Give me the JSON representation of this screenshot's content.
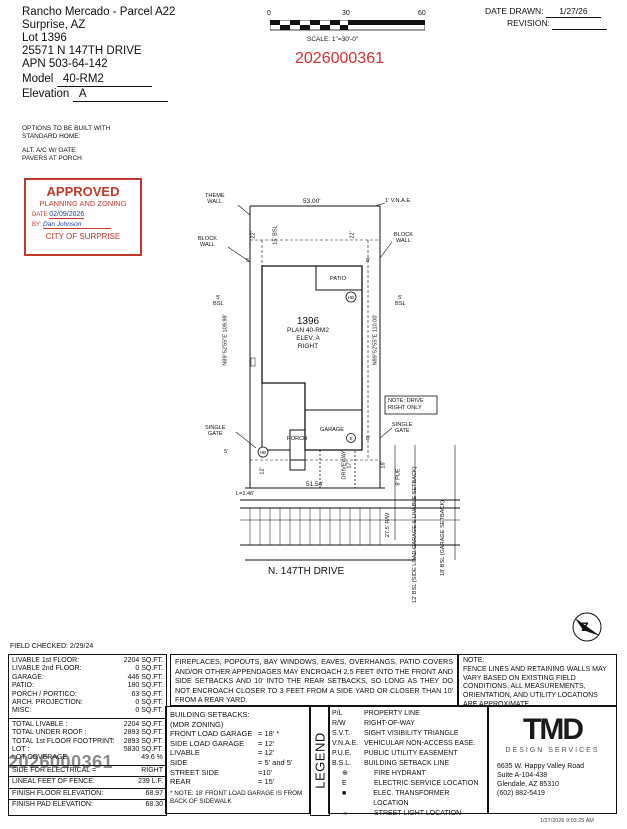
{
  "header": {
    "community": "Rancho Mercado - Parcel A22",
    "city": "Surprise, AZ",
    "lot": "Lot  1396",
    "address": "25571 N 147TH DRIVE",
    "apn_label": "APN",
    "apn": "503-64-142",
    "model_label": "Model",
    "model": "40-RM2",
    "elevation_label": "Elevation",
    "elevation": "A",
    "notes": [
      "OPTIONS TO BE BUILT WITH",
      "STANDARD HOME:",
      "",
      "ALT. A/C W/ GATE",
      "PAVERS AT PORCH"
    ]
  },
  "scale": {
    "ticks": [
      "0",
      "30",
      "60"
    ],
    "label": "SCALE:  1\"=30'-0\""
  },
  "permit_number": "2026000361",
  "date_block": {
    "date_label": "DATE DRAWN:",
    "date": "1/27/26",
    "revision_label": "REVISION:"
  },
  "stamp": {
    "title": "APPROVED",
    "subtitle": "PLANNING AND ZONING",
    "date_label": "DATE",
    "date": "02/09/2026",
    "by_label": "BY:",
    "signature": "Dan Johnson",
    "city": "CITY OF SURPRISE",
    "color": "#c0392b"
  },
  "site_plan": {
    "lot_number": "1396",
    "plan": "PLAN 40-RM2",
    "elev": "ELEV. A",
    "orientation": "RIGHT",
    "top_width": "53.00'",
    "bottom_width": "51.54'",
    "left_depth": "N89°52'55\"E 109.98'",
    "right_depth": "N89°52'55\"E 110.00'",
    "labels": {
      "theme_wall": [
        "THEME",
        "WALL"
      ],
      "vnae": "1' V.N.A.E.",
      "block_wall_left": [
        "BLOCK",
        "WALL"
      ],
      "block_wall_right": [
        "BLOCK",
        "WALL"
      ],
      "single_gate_left": [
        "SINGLE",
        "GATE"
      ],
      "single_gate_right": [
        "SINGLE",
        "GATE"
      ],
      "patio": "PATIO",
      "garage": "GARAGE",
      "porch": "PORCH",
      "driveway": "DRIVEWAY",
      "note_drive": [
        "NOTE: DRIVE",
        "RIGHT ONLY"
      ],
      "street": "N. 147TH DRIVE",
      "bsl_5_left": [
        "5'",
        "BSL"
      ],
      "bsl_5_right": [
        "5'",
        "BSL"
      ],
      "rear_15": "15'",
      "rear_bsl": "BSL",
      "dim_22_left": "22'",
      "dim_22_right": "22'",
      "dim_5_side": "5'",
      "dim_8": "8'",
      "dim_8_front": "8'",
      "dim_5_front": "5'",
      "dim_12": "12'",
      "dim_17": "17'",
      "dim_18": "18'",
      "pue": "8' PUE",
      "l146": "L=1.46'",
      "rw": "27.5' R/W",
      "side_load": "12' BSL (SIDE LOAD GARAGE & LIVABLE SETBACK)",
      "garage_setback": "18' BSL (GARAGE SETBACK)"
    }
  },
  "field_checked": "FIELD CHECKED:  2/29/24",
  "areas": [
    {
      "label": "LIVABLE 1st FLOOR:",
      "value": "2204 SQ.FT."
    },
    {
      "label": "LIVABLE 2nd FLOOR:",
      "value": "0 SQ.FT."
    },
    {
      "label": "GARAGE:",
      "value": "446 SQ.FT."
    },
    {
      "label": "PATIO:",
      "value": "180 SQ.FT."
    },
    {
      "label": "PORCH / PORTICO:",
      "value": "63 SQ.FT."
    },
    {
      "label": "ARCH. PROJECTION:",
      "value": "0 SQ.FT."
    },
    {
      "label": "MISC:",
      "value": "0 SQ.FT."
    }
  ],
  "totals": [
    {
      "label": "TOTAL LIVABLE :",
      "value": "2204 SQ.FT."
    },
    {
      "label": "TOTAL UNDER ROOF :",
      "value": "2893 SQ.FT."
    },
    {
      "label": "TOTAL 1st FLOOR FOOTPRINT:",
      "value": "2893 SQ.FT."
    },
    {
      "label": "LOT :",
      "value": "5830 SQ.FT."
    },
    {
      "label": "LOT COVERAGE",
      "value": "49.6  %"
    }
  ],
  "extras": [
    {
      "label": "SIDE FOR ELECTRICAL =",
      "value": "RIGHT"
    },
    {
      "label": "LINEAL FEET OF FENCE:",
      "value": "239  L.F."
    },
    {
      "label": "FINISH FLOOR ELEVATION:",
      "value": "68.97"
    },
    {
      "label": "FINISH PAD ELEVATION:",
      "value": "68.30"
    }
  ],
  "fireplace_note": "FIREPLACES, POPOUTS, BAY WINDOWS, EAVES, OVERHANGS, PATIO COVERS AND/OR OTHER APPENDAGES MAY ENCROACH 2.5 FEET INTO THE FRONT AND SIDE SETBACKS AND 10' INTO THE REAR SETBACKS, SO LONG AS THEY DO NOT ENCROACH CLOSER TO 3 FEET FROM A SIDE YARD OR CLOSER THAN 10' FROM A REAR YARD.",
  "setbacks": {
    "title": "BUILDING SETBACKS:",
    "zoning": "(MDR ZONING)",
    "rows": [
      {
        "label": "FRONT LOAD GARAGE",
        "value": "= 18' *"
      },
      {
        "label": "SIDE LOAD GARAGE",
        "value": "= 12'"
      },
      {
        "label": "LIVABLE",
        "value": "= 12'"
      },
      {
        "label": "SIDE",
        "value": "= 5' and 5'"
      },
      {
        "label": "STREET SIDE",
        "value": "=10'"
      },
      {
        "label": "REAR",
        "value": "= 15'"
      }
    ],
    "note": "* NOTE: 18' FRONT LOAD GARAGE IS FROM BACK OF SIDEWALK"
  },
  "legend": {
    "title": "LEGEND",
    "items": [
      {
        "key": "P/L",
        "desc": "PROPERTY LINE"
      },
      {
        "key": "R/W",
        "desc": "RIGHT-OF-WAY"
      },
      {
        "key": "S.V.T.",
        "desc": "SIGHT VISIBILITY TRIANGLE"
      },
      {
        "key": "V.N.A.E.",
        "desc": "VEHICULAR NON-ACCESS EASE."
      },
      {
        "key": "P.U.E.",
        "desc": "PUBLIC UTILITY EASEMENT"
      },
      {
        "key": "B.S.L.",
        "desc": "BUILDING SETBACK LINE"
      },
      {
        "key": "⊕",
        "desc": "FIRE HYDRANT"
      },
      {
        "key": "E",
        "desc": "ELECTRIC SERVICE LOCATION"
      },
      {
        "key": "■",
        "desc": "ELEC. TRANSFORMER LOCATION"
      },
      {
        "key": "☼",
        "desc": "STREET LIGHT LOCATION"
      }
    ]
  },
  "note_fence": "NOTE:\nFENCE LINES AND RETAINING WALLS MAY VARY BASED ON EXISTING FIELD CONDITIONS.  ALL MEASUREMENTS, ORIENTATION, AND UTILITY LOCATIONS ARE APPROXIMATE.",
  "company": {
    "logo": "TMD",
    "tag": "DESIGN SERVICES",
    "address1": "6635 W. Happy Valley Road",
    "address2": "Suite A-104-438",
    "address3": "Glendale, AZ 85310",
    "phone": "(602) 882-5419"
  },
  "watermark": "2026000361",
  "timestamp": "1/27/2026 9:03:25 AM"
}
